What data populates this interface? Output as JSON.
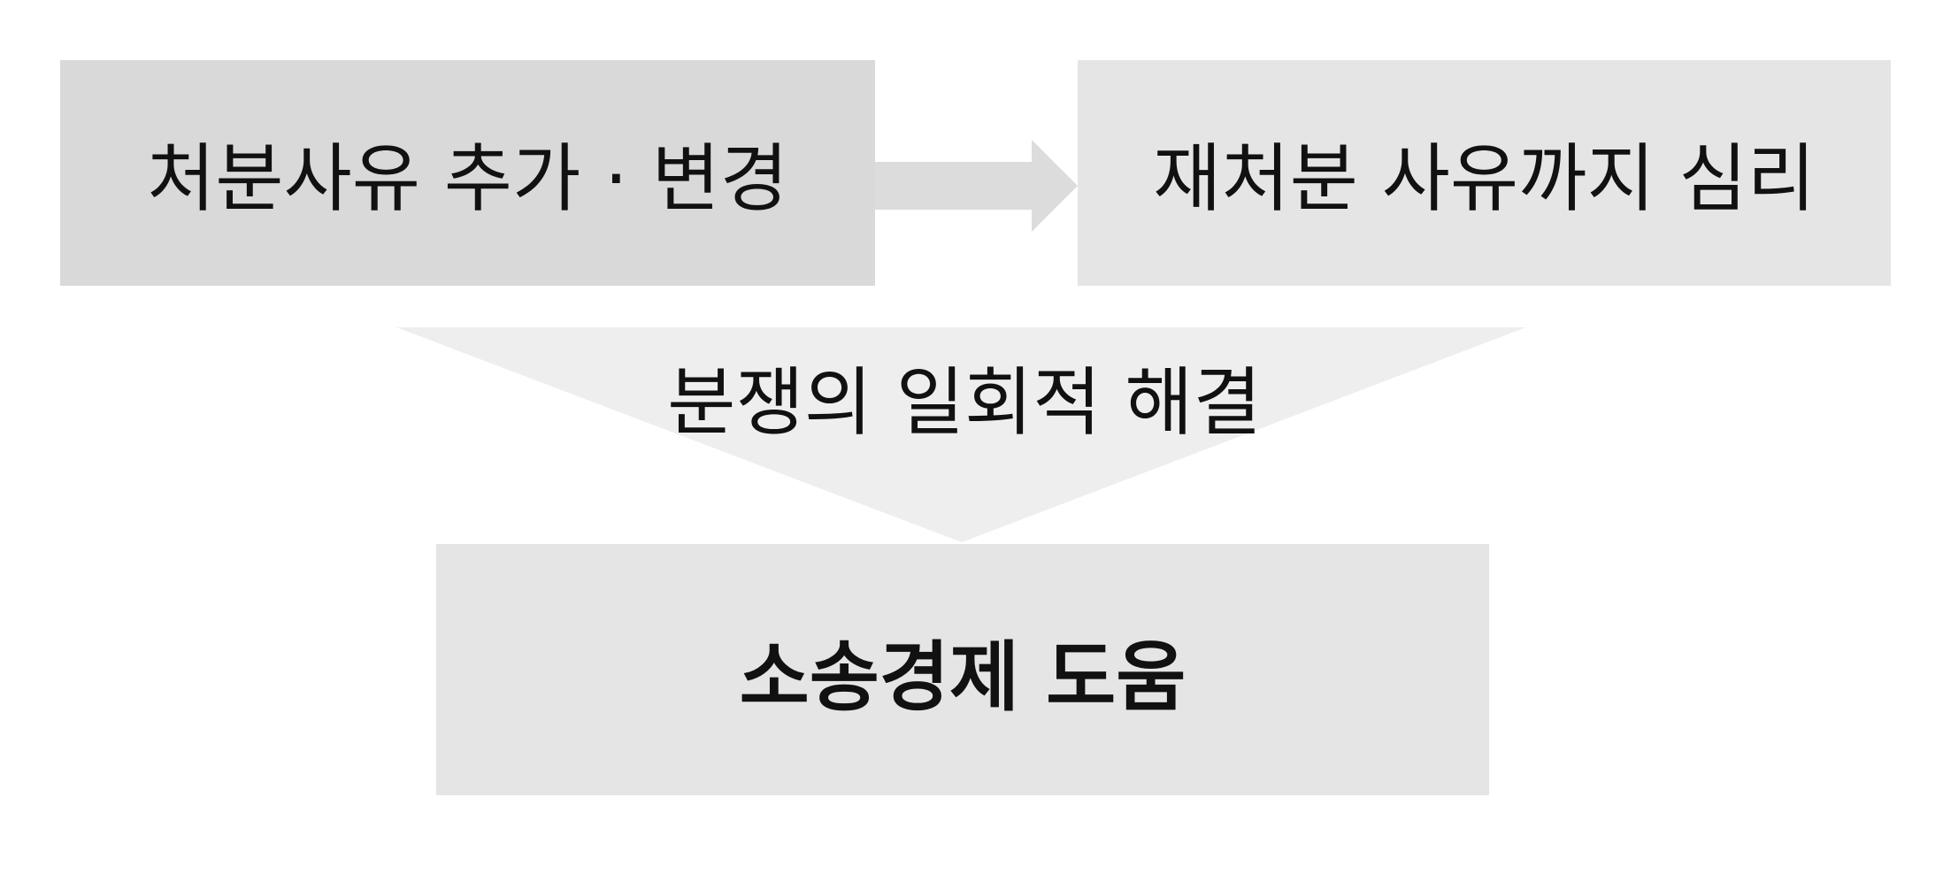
{
  "diagram": {
    "left_box": {
      "label": "처분사유 추가 · 변경"
    },
    "right_box": {
      "label": "재처분 사유까지 심리"
    },
    "funnel": {
      "label": "분쟁의 일회적 해결"
    },
    "bottom_box": {
      "label": "소송경제 도움"
    }
  },
  "colors": {
    "left_box": "#d9d9d9",
    "right_box": "#e5e5e5",
    "arrow": "#dcdcdc",
    "funnel": "#eeeeee",
    "bottom_box": "#e5e5e5",
    "text": "#111111"
  }
}
